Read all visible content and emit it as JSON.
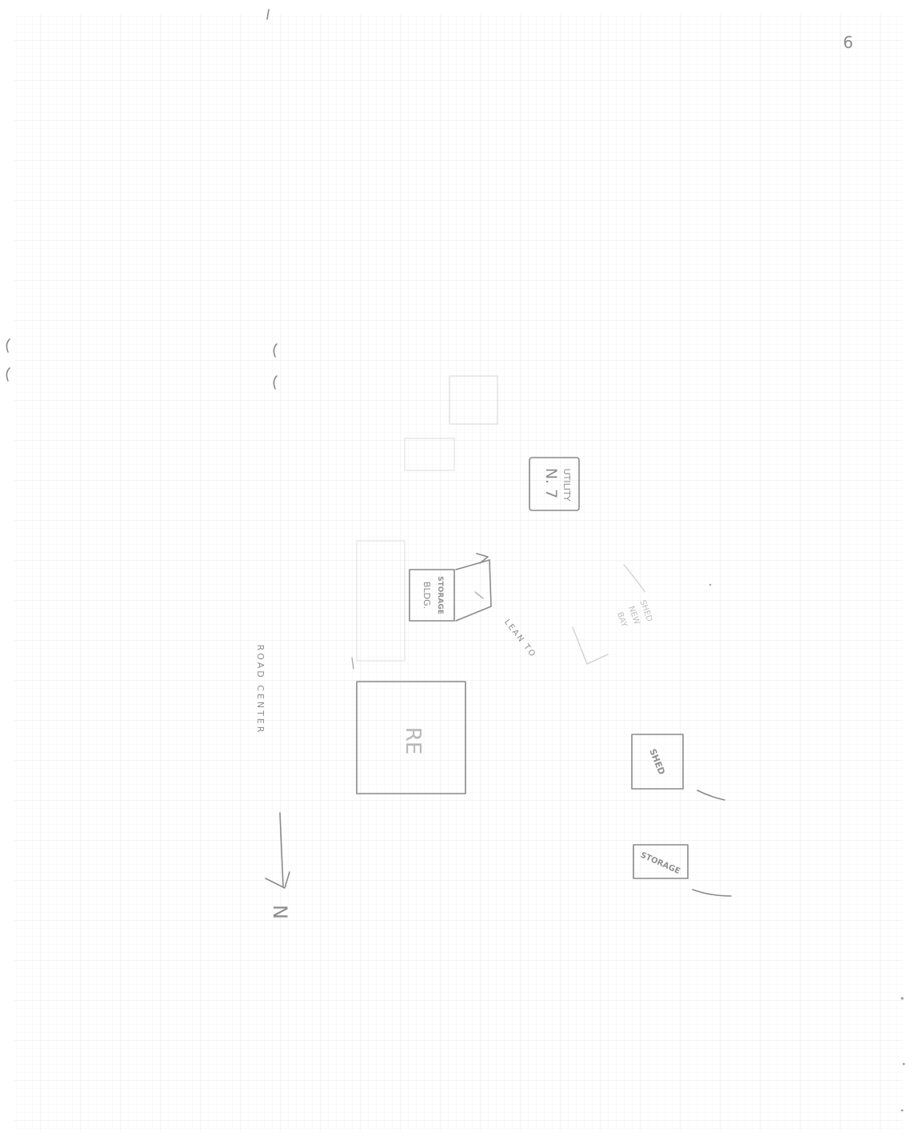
{
  "corner_mark": "6",
  "compass": {
    "north_label": "N"
  },
  "labels": {
    "utility_building": [
      "UTILITY",
      "N. 7"
    ],
    "storage_building": [
      "STORAGE",
      "BLDG."
    ],
    "lean_to": "LEAN TO",
    "boundary": "ROAD   CENTER",
    "main_building": "RE",
    "shed": "SHED",
    "storage_small": "STORAGE",
    "faint_note": [
      "SHED",
      "NEW",
      "BAY"
    ]
  },
  "colors": {
    "paper": "#ffffff",
    "grid": "#ecebea",
    "pencil": "#8a8a8a"
  }
}
